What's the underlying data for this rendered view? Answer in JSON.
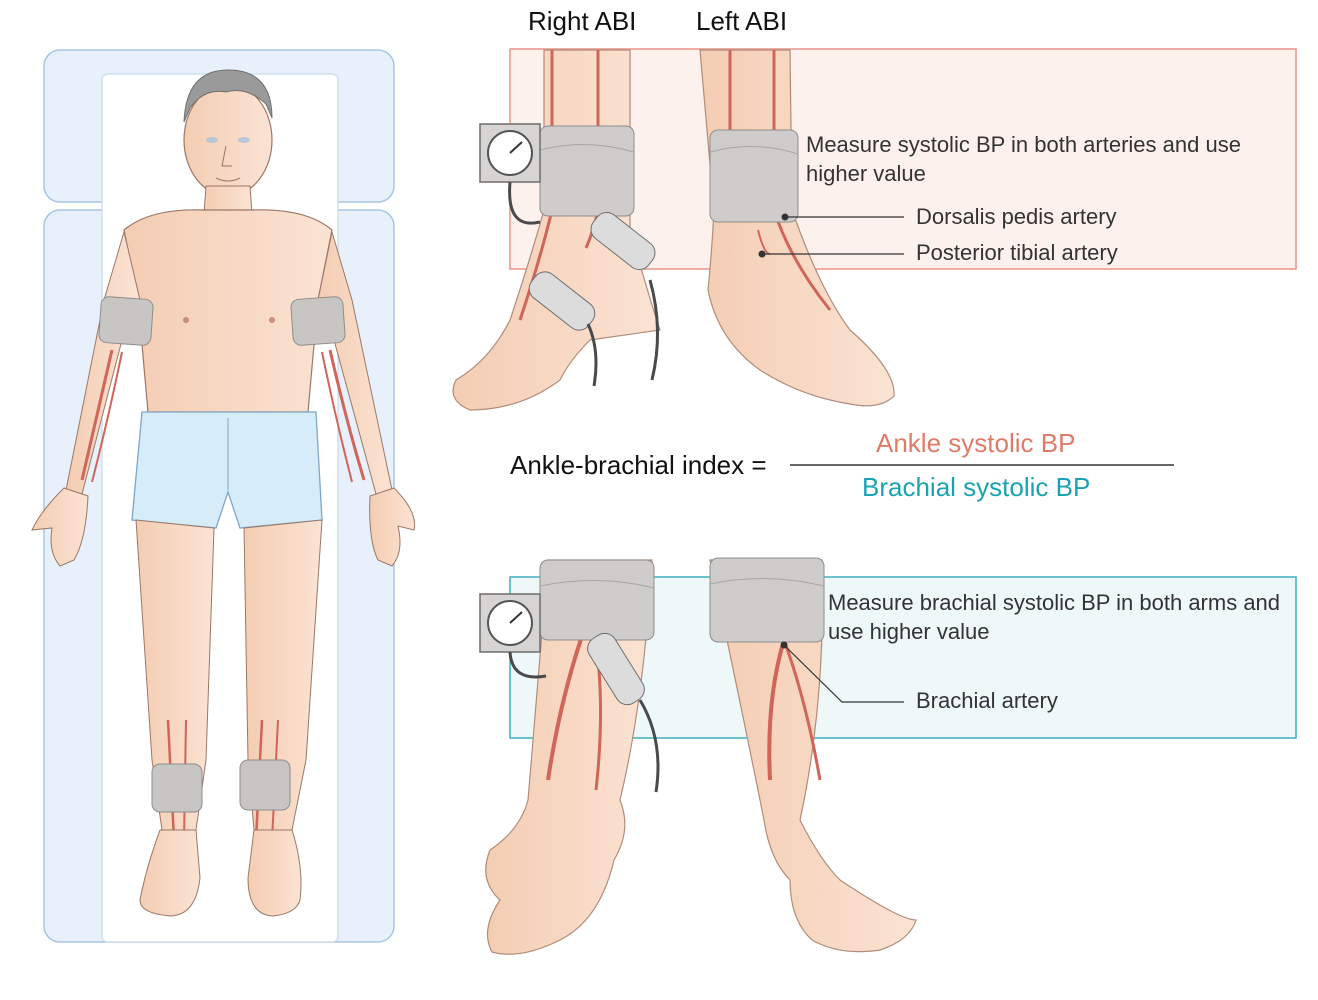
{
  "titles": {
    "right": "Right ABI",
    "left": "Left ABI"
  },
  "ankle_panel": {
    "note": "Measure systolic BP in both arteries and use higher value",
    "arteries": [
      "Dorsalis pedis artery",
      "Posterior tibial artery"
    ],
    "colors": {
      "border": "#e8948a",
      "fill": "#fdf1ed"
    }
  },
  "formula": {
    "label": "Ankle-brachial index =",
    "numerator": "Ankle systolic BP",
    "denominator": "Brachial systolic BP",
    "colors": {
      "numerator": "#e07b67",
      "denominator": "#1aa3b2"
    }
  },
  "arm_panel": {
    "note": "Measure brachial systolic BP in both arms and use higher value",
    "arteries": [
      "Brachial artery"
    ],
    "colors": {
      "border": "#3fb0bd",
      "fill": "#eef8f9"
    }
  },
  "icons": [
    "patient-figure",
    "bp-gauge-icon",
    "doppler-probe-icon",
    "bp-cuff-icon"
  ]
}
